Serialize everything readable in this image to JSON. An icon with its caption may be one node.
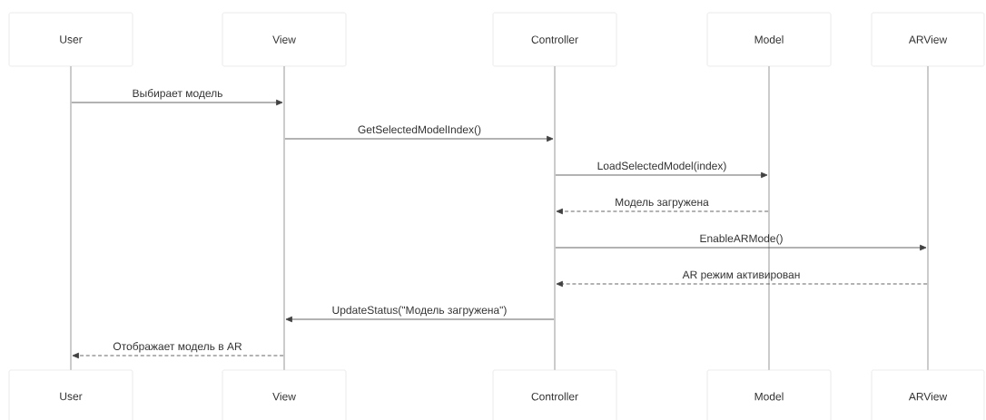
{
  "diagram": {
    "nodes": [
      {
        "text": [
          "User"
        ]
      },
      {
        "text": [
          "View"
        ]
      },
      {
        "text": [
          "Controller"
        ]
      },
      {
        "text": [
          "Model"
        ]
      },
      {
        "text": [
          "ARView"
        ]
      },
      {
        "text": [],
        "shape": "bar"
      },
      {
        "text": [],
        "shape": "bar"
      },
      {
        "text": [],
        "shape": "bar"
      },
      {
        "text": [],
        "shape": "bar"
      },
      {
        "text": [],
        "shape": "bar"
      },
      {
        "text": [
          "User"
        ]
      },
      {
        "text": [
          "View"
        ]
      },
      {
        "text": [
          "Controller"
        ]
      },
      {
        "text": [
          "Model"
        ]
      },
      {
        "text": [
          "ARView"
        ]
      }
    ],
    "edges": [
      {
        "from": 5,
        "to": 6,
        "arrow": "to",
        "label": "Выбирает модель"
      },
      {
        "from": 6,
        "to": 7,
        "arrow": "to",
        "label": "GetSelectedModelIndex()"
      },
      {
        "from": 7,
        "to": 8,
        "arrow": "to",
        "label": "LoadSelectedModel(index)"
      },
      {
        "from": 8,
        "to": 7,
        "arrow": "to",
        "label": "Модель загружена",
        "style": "dashed"
      },
      {
        "from": 7,
        "to": 9,
        "arrow": "to",
        "label": "EnableARMode()"
      },
      {
        "from": 9,
        "to": 7,
        "arrow": "to",
        "label": "AR режим активирован",
        "style": "dashed"
      },
      {
        "from": 7,
        "to": 6,
        "arrow": "to",
        "label": "UpdateStatus(\"Модель загружена\")"
      },
      {
        "from": 6,
        "to": 5,
        "arrow": "to",
        "label": "Отображает модель в AR",
        "style": "dashed"
      }
    ]
  }
}
